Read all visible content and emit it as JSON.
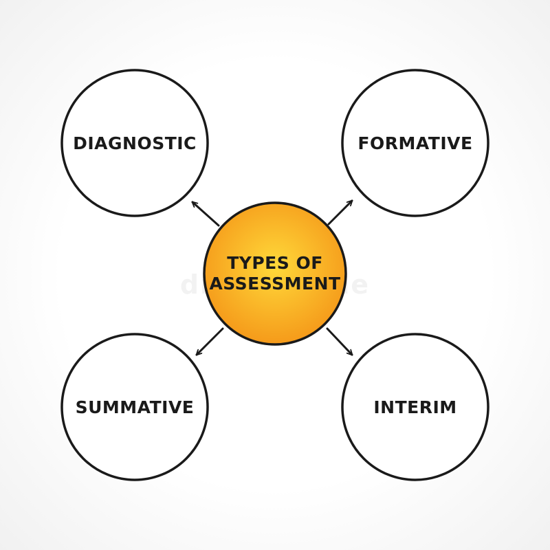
{
  "center": {
    "line1": "TYPES OF",
    "line2": "ASSESSMENT",
    "fill_inner": "#ffd93a",
    "fill_outer": "#f59a1a"
  },
  "nodes": {
    "top_left": "DIAGNOSTIC",
    "top_right": "FORMATIVE",
    "bottom_left": "SUMMATIVE",
    "bottom_right": "INTERIM"
  },
  "stroke_color": "#1a1a1a",
  "watermark": "dreamstime"
}
